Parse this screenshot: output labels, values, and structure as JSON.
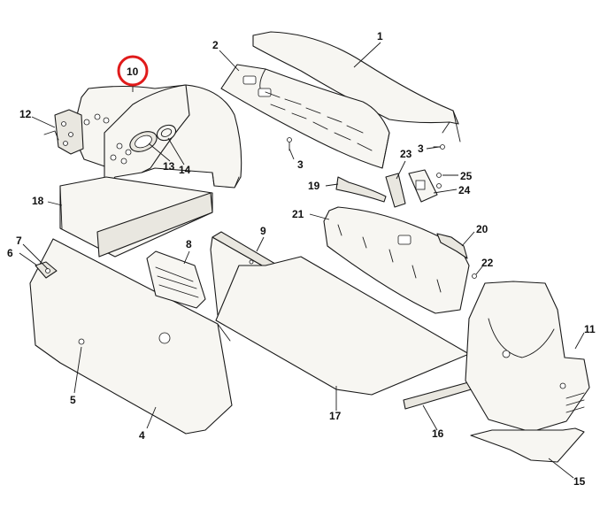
{
  "diagram": {
    "highlight_color": "#e01b1b",
    "highlighted_part": "10",
    "callouts": {
      "c1": "1",
      "c2": "2",
      "c3a": "3",
      "c3b": "3",
      "c4": "4",
      "c5": "5",
      "c6": "6",
      "c7": "7",
      "c8": "8",
      "c9": "9",
      "c10": "10",
      "c11": "11",
      "c12": "12",
      "c13": "13",
      "c14": "14",
      "c15": "15",
      "c16": "16",
      "c17": "17",
      "c18": "18",
      "c19": "19",
      "c20": "20",
      "c21": "21",
      "c22": "22",
      "c23": "23",
      "c24": "24",
      "c25": "25"
    }
  }
}
